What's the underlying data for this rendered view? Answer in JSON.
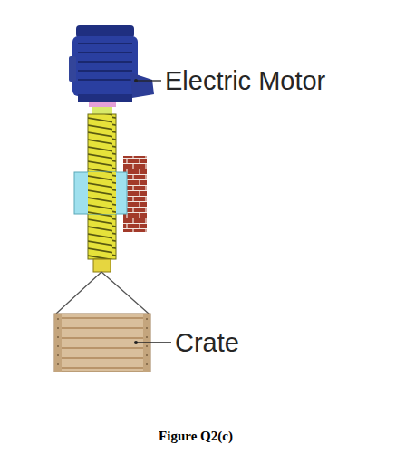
{
  "diagram": {
    "caption": "Figure Q2(c)",
    "labels": [
      "Electric Motor",
      "Crate"
    ]
  }
}
